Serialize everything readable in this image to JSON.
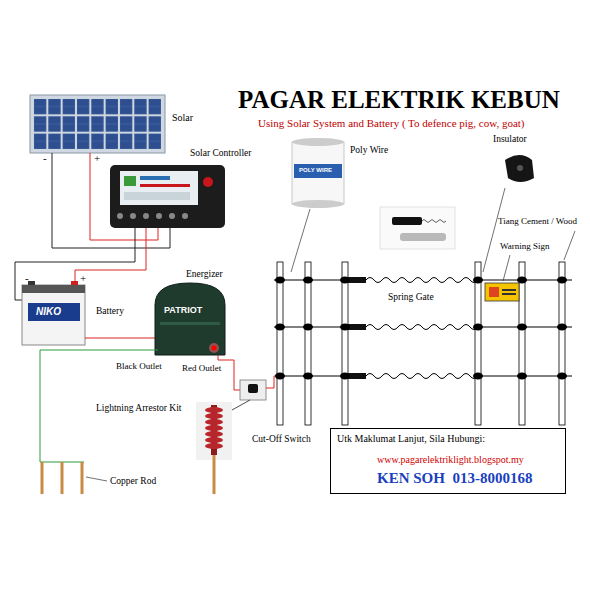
{
  "diagram": {
    "title": "PAGAR ELEKTRIK KEBUN",
    "nodes": [
      {
        "text": [
          "Utk Maklumat Lanjut, Sila Hubungi:",
          "www.pagarelektriklight.blogspot.my",
          "KEN SOH  013-8000168"
        ]
      }
    ],
    "labels": [
      "Solar",
      "-",
      "+",
      "Solar Controller",
      "Using Solar System and Battery ( To defence pig, cow, goat)",
      "Poly Wire",
      "Insulator",
      "Tiang Cement / Wood",
      "Warning Sign",
      "Spring Gate",
      "-",
      "+",
      "Battery",
      "Energizer",
      "Black Outlet",
      "Red Outlet",
      "Lightning Arrestor Kit",
      "Cut-Off Switch",
      "Copper Rod",
      "POLY WIRE",
      "PATRIOT",
      "NIKO"
    ]
  }
}
